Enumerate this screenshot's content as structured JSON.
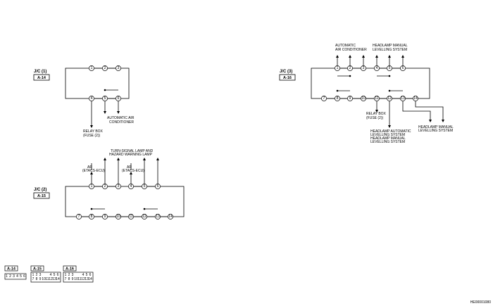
{
  "diagram": {
    "jc1": {
      "title": "J/C (1)",
      "connector": "A-14",
      "top_pins": [
        "1",
        "2",
        "3"
      ],
      "bottom_pins": [
        "4",
        "5",
        "6"
      ],
      "relay_label": [
        "RELAY BOX",
        "(FUSE (2))"
      ],
      "aircon_label": [
        "AUTOMATIC AIR",
        "CONDITIONER"
      ]
    },
    "jc2": {
      "title": "J/C (2)",
      "connector": "A-15",
      "top_pins": [
        "1",
        "2",
        "3",
        "4",
        "5",
        "6"
      ],
      "bottom_pins": [
        "7",
        "8",
        "9",
        "10",
        "11",
        "12",
        "13",
        "14"
      ],
      "turn_label": [
        "TURN-SIGNAL LAMP AND",
        "HAZARD WARNING LAMP"
      ],
      "ar_label_left": [
        "AR",
        "(ETACS-ECU)"
      ],
      "ar_label_right": [
        "AR",
        "(ETACS-ECU)"
      ]
    },
    "jc3": {
      "title": "J/C (3)",
      "connector": "A-16",
      "top_pins": [
        "1",
        "2",
        "3",
        "4",
        "5",
        "6"
      ],
      "bottom_pins": [
        "7",
        "8",
        "9",
        "10",
        "11",
        "12",
        "13",
        "14"
      ],
      "aircon_label": [
        "AUTOMATIC",
        "AIR CONDITIONER"
      ],
      "levelling_label": [
        "HEADLAMP MANUAL",
        "LEVELLING SYSTEM"
      ],
      "relay_label": [
        "RELAY BOX",
        "(FUSE (2))"
      ],
      "bottom_label": [
        "HEADLAMP AUTOMATIC",
        "LEVELLING SYSTEM",
        "HEADLAMP MANUAL",
        "LEVELLING SYSTEM"
      ],
      "right_label": [
        "HEADLAMP MANUAL",
        "LEVELLING SYSTEM"
      ]
    },
    "legend": {
      "a14": {
        "title": "A-14",
        "pins": [
          "1",
          "2",
          "3",
          "4",
          "5",
          "6"
        ]
      },
      "a15": {
        "title": "A-15",
        "top": [
          "1",
          "2",
          "3",
          "4",
          "5",
          "6"
        ],
        "bottom": [
          "7",
          "8",
          "9",
          "10",
          "11",
          "12",
          "13",
          "14"
        ]
      },
      "a16": {
        "title": "A-16",
        "top": [
          "1",
          "2",
          "3",
          "4",
          "5",
          "6"
        ],
        "bottom": [
          "7",
          "8",
          "9",
          "10",
          "11",
          "12",
          "13",
          "14"
        ]
      }
    },
    "figure_code": "HE00001080"
  }
}
